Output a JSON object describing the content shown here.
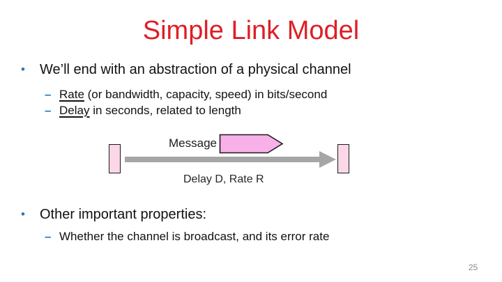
{
  "slide": {
    "title": "Simple Link Model",
    "markers": {
      "bullet": "•",
      "dash": "–"
    },
    "bullets": [
      {
        "label": "We’ll end with an abstraction of a physical channel",
        "subs": [
          {
            "underlined": "Rate",
            "rest": " (or bandwidth, capacity, speed) in bits/second"
          },
          {
            "underlined": "Delay",
            "rest": " in seconds, related to length"
          }
        ]
      },
      {
        "label": "Other important properties:",
        "subs": [
          {
            "underlined": "",
            "rest": "Whether the channel is broadcast, and its error rate"
          }
        ]
      }
    ],
    "diagram": {
      "message_label": "Message",
      "caption": "Delay D, Rate R"
    },
    "page_number": "25",
    "colors": {
      "title": "#DF1E26",
      "bullet": "#2E74B5",
      "arrow": "#A6A6A6",
      "message_fill": "#F8B0E8",
      "node_fill": "#FBD7E8",
      "shape_border": "#1A1A1A"
    }
  }
}
